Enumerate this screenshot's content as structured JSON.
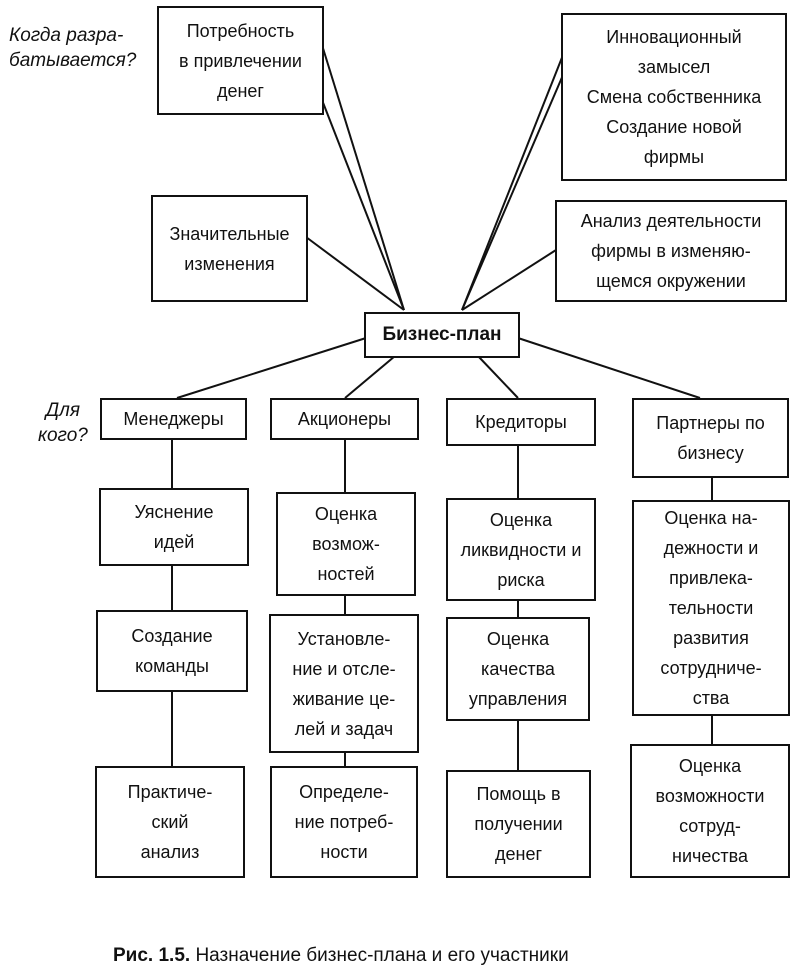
{
  "questions": {
    "when": "Когда разра-\nбатывается?",
    "for_whom": "Для\nкого?"
  },
  "occasions": {
    "money_need": "Потребность\nв привлечении\nденег",
    "significant_changes": "Значительные\nизменения",
    "innovation": "Инновационный\nзамысел\nСмена собственника\nСоздание новой\nфирмы",
    "analysis": "Анализ деятельности\nфирмы в изменяю-\nщемся окружении"
  },
  "center": "Бизнес-план",
  "audiences": [
    {
      "name": "Менеджеры",
      "items": [
        "Уяснение\nидей",
        "Создание\nкоманды",
        "Практиче-\nский\nанализ"
      ]
    },
    {
      "name": "Акционеры",
      "items": [
        "Оценка\nвозмож-\nностей",
        "Установле-\nние и отсле-\nживание це-\nлей и задач",
        "Определе-\nние потреб-\nности"
      ]
    },
    {
      "name": "Кредиторы",
      "items": [
        "Оценка\nликвидности и\nриска",
        "Оценка\nкачества\nуправления",
        "Помощь в\nполучении\nденег"
      ]
    },
    {
      "name": "Партнеры по\nбизнесу",
      "items": [
        "Оценка на-\nдежности и\nпривлека-\nтельности\nразвития\nсотрудниче-\nства",
        "Оценка\nвозможности\nсотруд-\nничества"
      ]
    }
  ],
  "caption": {
    "label": "Рис. 1.5.",
    "text": " Назначение бизнес-плана и его участники"
  }
}
